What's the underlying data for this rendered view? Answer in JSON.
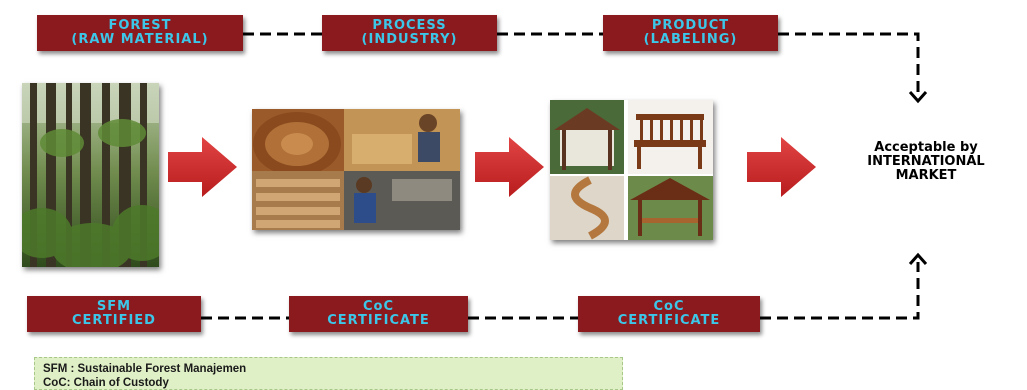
{
  "top_row": {
    "forest": [
      "FOREST",
      "(RAW MATERIAL)"
    ],
    "process": [
      "PROCESS",
      "(INDUSTRY)"
    ],
    "product": [
      "PRODUCT",
      "(LABELING)"
    ]
  },
  "bottom_row": {
    "sfm": [
      "SFM",
      "CERTIFIED"
    ],
    "coc1": [
      "CoC",
      "CERTIFICATE"
    ],
    "coc2": [
      "CoC",
      "CERTIFICATE"
    ]
  },
  "outcome": [
    "Acceptable by",
    "INTERNATIONAL",
    "MARKET"
  ],
  "legend": [
    "SFM : Sustainable Forest Manajemen",
    "CoC: Chain of Custody"
  ],
  "colors": {
    "box_fill": "#8b1a1f",
    "box_text": "#3cc6e8",
    "arrow_red": "#d42a2a",
    "legend_bg": "#e0f0c6"
  },
  "icons": [
    "forest-photo",
    "industry-photo-collage",
    "product-photo-collage",
    "red-arrow-icon",
    "dashed-connector"
  ]
}
